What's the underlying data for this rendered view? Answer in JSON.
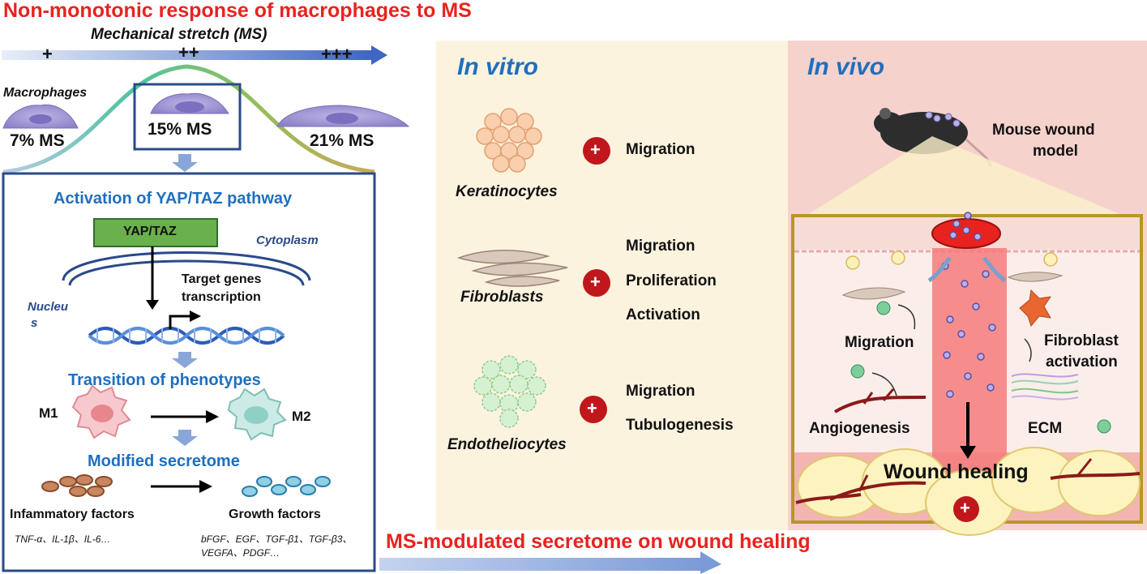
{
  "left": {
    "main_title": "Non-monotonic response of macrophages to MS",
    "stretch_label": "Mechanical stretch (MS)",
    "stretch_levels": [
      "+",
      "++",
      "+++"
    ],
    "macrophages_label": "Macrophages",
    "ms_levels": [
      "7% MS",
      "15% MS",
      "21% MS"
    ],
    "pathway_title": "Activation of YAP/TAZ pathway",
    "yap_label": "YAP/TAZ",
    "cytoplasm_label": "Cytoplasm",
    "nucleus_label_1": "Nucleu",
    "nucleus_label_2": "s",
    "target_genes_1": "Target genes",
    "target_genes_2": "transcription",
    "transition_title": "Transition of phenotypes",
    "m1": "M1",
    "m2": "M2",
    "secretome_title": "Modified secretome",
    "inflammatory_label": "Infammatory factors",
    "inflammatory_list": "TNF-α、IL-1β、IL-6…",
    "growth_label": "Growth factors",
    "growth_list_1": "bFGF、EGF、TGF-β1、TGF-β3、",
    "growth_list_2": "VEGFA、PDGF…"
  },
  "invitro": {
    "title": "In vitro",
    "rows": [
      {
        "cell": "Keratinocytes",
        "effects": [
          "Migration"
        ]
      },
      {
        "cell": "Fibroblasts",
        "effects": [
          "Migration",
          "Proliferation",
          "Activation"
        ]
      },
      {
        "cell": "Endotheliocytes",
        "effects": [
          "Migration",
          "Tubulogenesis"
        ]
      }
    ],
    "plus_symbol": "+"
  },
  "invivo": {
    "title": "In vivo",
    "mouse_label_1": "Mouse wound",
    "mouse_label_2": "model",
    "migration": "Migration",
    "fibroblast_1": "Fibroblast",
    "fibroblast_2": "activation",
    "angiogenesis": "Angiogenesis",
    "ecm": "ECM",
    "wound_healing": "Wound healing",
    "plus_symbol": "+"
  },
  "bottom_banner": "MS-modulated secretome on wound healing",
  "colors": {
    "red_text": "#e8231f",
    "blue_text": "#1f6fbf",
    "navy_border": "#2a4a8a",
    "invitro_bg": "#fcf3df",
    "invivo_bg": "#f6d2cd",
    "plus_red": "#c0171d",
    "yap_green": "#6ab04c"
  },
  "icons": [
    "macrophage-cell-icon",
    "dna-helix-icon",
    "mouse-icon",
    "plus-circle-icon",
    "arrow-icon"
  ]
}
